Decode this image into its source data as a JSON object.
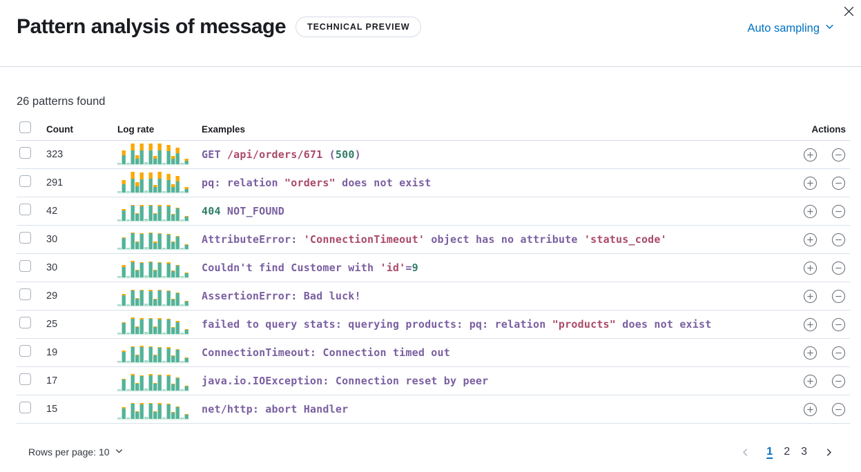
{
  "header": {
    "title": "Pattern analysis of message",
    "badge": "TECHNICAL PREVIEW",
    "sampling": "Auto sampling"
  },
  "summary": "26 patterns found",
  "columns": {
    "count": "Count",
    "log_rate": "Log rate",
    "examples": "Examples",
    "actions": "Actions"
  },
  "colors": {
    "accent": "#0071c2",
    "token_text": "#7a5fa0",
    "token_string": "#aa4a68",
    "token_number": "#2e7d66",
    "bar_green": "#54b399",
    "bar_green_light": "#a9d9c8",
    "bar_orange": "#fca700",
    "baseline": "#d9efe6",
    "icon_gray": "#717680",
    "disabled_gray": "#aab3c0"
  },
  "rows": [
    {
      "count": "323",
      "tokens": [
        [
          "GET ",
          "p"
        ],
        [
          "/api/orders/671",
          "s"
        ],
        [
          " (",
          "p"
        ],
        [
          "500",
          "n"
        ],
        [
          ")",
          "p"
        ]
      ],
      "bars": [
        [
          2,
          0
        ],
        [
          13,
          7
        ],
        [
          2,
          0
        ],
        [
          20,
          10
        ],
        [
          8,
          5
        ],
        [
          20,
          10
        ],
        [
          3,
          0
        ],
        [
          20,
          10
        ],
        [
          8,
          4
        ],
        [
          20,
          10
        ],
        [
          2,
          0
        ],
        [
          19,
          9
        ],
        [
          8,
          4
        ],
        [
          16,
          8
        ],
        [
          2,
          0
        ],
        [
          5,
          3
        ]
      ]
    },
    {
      "count": "291",
      "tokens": [
        [
          "pq: relation ",
          "p"
        ],
        [
          "\"orders\"",
          "s"
        ],
        [
          " does not exist",
          "p"
        ]
      ],
      "bars": [
        [
          2,
          0
        ],
        [
          12,
          6
        ],
        [
          2,
          0
        ],
        [
          20,
          10
        ],
        [
          9,
          6
        ],
        [
          19,
          10
        ],
        [
          3,
          0
        ],
        [
          20,
          9
        ],
        [
          8,
          3
        ],
        [
          20,
          10
        ],
        [
          2,
          0
        ],
        [
          18,
          9
        ],
        [
          8,
          4
        ],
        [
          16,
          8
        ],
        [
          2,
          0
        ],
        [
          5,
          3
        ]
      ]
    },
    {
      "count": "42",
      "tokens": [
        [
          "404",
          "n"
        ],
        [
          " NOT_FOUND",
          "p"
        ]
      ],
      "bars": [
        [
          2,
          0
        ],
        [
          15,
          2
        ],
        [
          2,
          0
        ],
        [
          22,
          1
        ],
        [
          10,
          1
        ],
        [
          21,
          2
        ],
        [
          3,
          0
        ],
        [
          22,
          1
        ],
        [
          10,
          1
        ],
        [
          21,
          2
        ],
        [
          2,
          0
        ],
        [
          21,
          2
        ],
        [
          9,
          1
        ],
        [
          18,
          1
        ],
        [
          2,
          0
        ],
        [
          6,
          1
        ]
      ]
    },
    {
      "count": "30",
      "tokens": [
        [
          "AttributeError: ",
          "p"
        ],
        [
          "'ConnectionTimeout'",
          "s"
        ],
        [
          " object has no attribute ",
          "p"
        ],
        [
          "'status_code'",
          "s"
        ]
      ],
      "bars": [
        [
          2,
          0
        ],
        [
          16,
          1
        ],
        [
          2,
          0
        ],
        [
          23,
          1
        ],
        [
          10,
          1
        ],
        [
          22,
          1
        ],
        [
          3,
          0
        ],
        [
          23,
          1
        ],
        [
          9,
          2
        ],
        [
          22,
          1
        ],
        [
          2,
          0
        ],
        [
          21,
          1
        ],
        [
          10,
          1
        ],
        [
          18,
          1
        ],
        [
          2,
          0
        ],
        [
          6,
          1
        ]
      ]
    },
    {
      "count": "30",
      "tokens": [
        [
          "Couldn't find Customer with ",
          "p"
        ],
        [
          "'id'",
          "s"
        ],
        [
          "=",
          "p"
        ],
        [
          "9",
          "n"
        ]
      ],
      "bars": [
        [
          2,
          0
        ],
        [
          15,
          3
        ],
        [
          2,
          0
        ],
        [
          22,
          2
        ],
        [
          10,
          1
        ],
        [
          21,
          1
        ],
        [
          3,
          0
        ],
        [
          22,
          1
        ],
        [
          10,
          1
        ],
        [
          21,
          1
        ],
        [
          2,
          0
        ],
        [
          20,
          2
        ],
        [
          9,
          1
        ],
        [
          17,
          1
        ],
        [
          2,
          0
        ],
        [
          6,
          1
        ]
      ]
    },
    {
      "count": "29",
      "tokens": [
        [
          "AssertionError: Bad luck!",
          "p"
        ]
      ],
      "bars": [
        [
          2,
          0
        ],
        [
          15,
          2
        ],
        [
          2,
          0
        ],
        [
          22,
          1
        ],
        [
          10,
          1
        ],
        [
          22,
          1
        ],
        [
          3,
          0
        ],
        [
          21,
          2
        ],
        [
          9,
          1
        ],
        [
          22,
          1
        ],
        [
          2,
          0
        ],
        [
          21,
          1
        ],
        [
          9,
          1
        ],
        [
          18,
          1
        ],
        [
          2,
          0
        ],
        [
          6,
          1
        ]
      ]
    },
    {
      "count": "25",
      "tokens": [
        [
          "failed to query stats: querying products: pq: relation ",
          "p"
        ],
        [
          "\"products\"",
          "s"
        ],
        [
          " does not exist",
          "p"
        ]
      ],
      "bars": [
        [
          2,
          0
        ],
        [
          16,
          1
        ],
        [
          2,
          0
        ],
        [
          22,
          2
        ],
        [
          10,
          1
        ],
        [
          21,
          2
        ],
        [
          3,
          0
        ],
        [
          22,
          1
        ],
        [
          10,
          1
        ],
        [
          21,
          2
        ],
        [
          2,
          0
        ],
        [
          21,
          1
        ],
        [
          9,
          1
        ],
        [
          17,
          2
        ],
        [
          2,
          0
        ],
        [
          6,
          1
        ]
      ]
    },
    {
      "count": "19",
      "tokens": [
        [
          "ConnectionTimeout: Connection timed out",
          "p"
        ]
      ],
      "bars": [
        [
          2,
          0
        ],
        [
          15,
          2
        ],
        [
          2,
          0
        ],
        [
          22,
          1
        ],
        [
          10,
          1
        ],
        [
          22,
          2
        ],
        [
          3,
          0
        ],
        [
          22,
          1
        ],
        [
          10,
          1
        ],
        [
          21,
          1
        ],
        [
          2,
          0
        ],
        [
          20,
          2
        ],
        [
          9,
          1
        ],
        [
          18,
          1
        ],
        [
          2,
          0
        ],
        [
          6,
          1
        ]
      ]
    },
    {
      "count": "17",
      "tokens": [
        [
          "java.io.IOException: Connection reset by peer",
          "p"
        ]
      ],
      "bars": [
        [
          2,
          0
        ],
        [
          16,
          1
        ],
        [
          2,
          0
        ],
        [
          22,
          2
        ],
        [
          10,
          1
        ],
        [
          21,
          1
        ],
        [
          3,
          0
        ],
        [
          22,
          2
        ],
        [
          10,
          1
        ],
        [
          22,
          1
        ],
        [
          2,
          0
        ],
        [
          21,
          2
        ],
        [
          9,
          1
        ],
        [
          18,
          1
        ],
        [
          2,
          0
        ],
        [
          6,
          1
        ]
      ]
    },
    {
      "count": "15",
      "tokens": [
        [
          "net/http: abort Handler",
          "p"
        ]
      ],
      "bars": [
        [
          2,
          0
        ],
        [
          15,
          2
        ],
        [
          2,
          0
        ],
        [
          22,
          1
        ],
        [
          10,
          1
        ],
        [
          21,
          2
        ],
        [
          3,
          0
        ],
        [
          22,
          1
        ],
        [
          10,
          1
        ],
        [
          21,
          2
        ],
        [
          2,
          0
        ],
        [
          21,
          1
        ],
        [
          9,
          1
        ],
        [
          17,
          1
        ],
        [
          2,
          0
        ],
        [
          6,
          1
        ]
      ]
    }
  ],
  "footer": {
    "rows_per_page": "Rows per page: 10",
    "pages": [
      "1",
      "2",
      "3"
    ],
    "active_page": "1"
  }
}
